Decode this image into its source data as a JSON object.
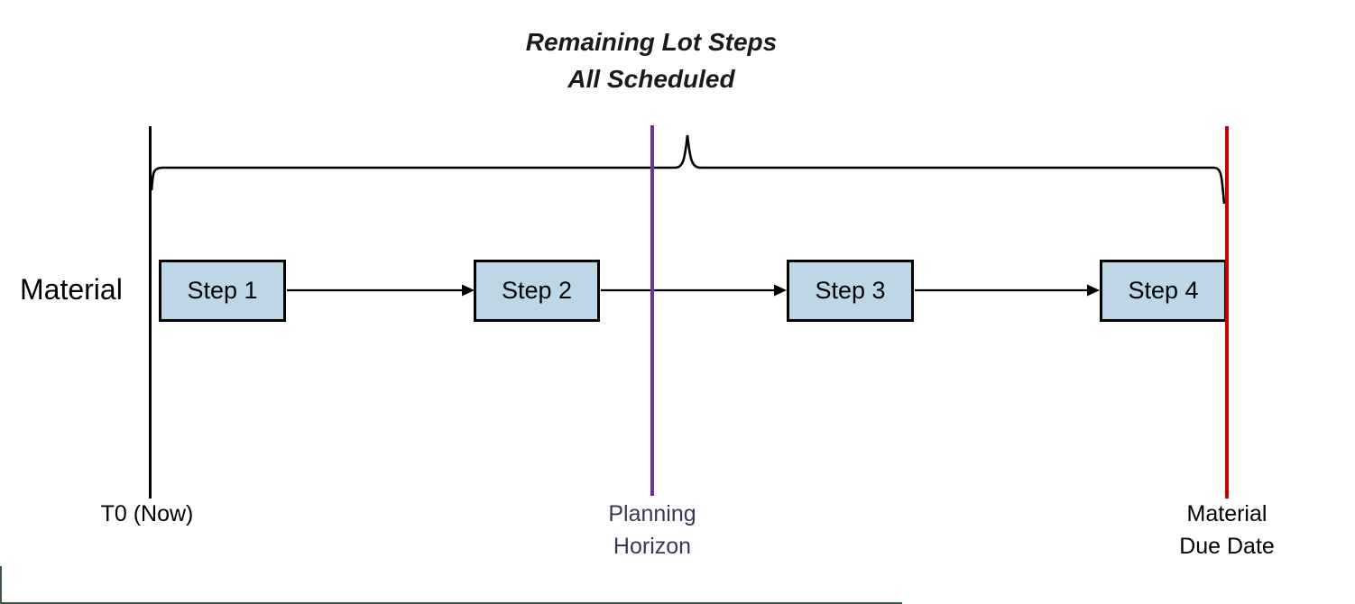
{
  "title": {
    "line1": "Remaining Lot Steps",
    "line2": "All Scheduled"
  },
  "material_label": "Material",
  "steps": [
    {
      "label": "Step 1"
    },
    {
      "label": "Step 2"
    },
    {
      "label": "Step 3"
    },
    {
      "label": "Step 4"
    }
  ],
  "markers": {
    "t0": {
      "label": "T0 (Now)",
      "line_color": "#000000",
      "text_color": "#000000"
    },
    "planning_horizon": {
      "label_line1": "Planning",
      "label_line2": "Horizon",
      "line_color": "#7030A0",
      "text_color": "#3F3355"
    },
    "material_due_date": {
      "label_line1": "Material",
      "label_line2": "Due Date",
      "line_color": "#C00000",
      "text_color": "#000000"
    }
  },
  "colors": {
    "step_fill": "#BDD7E6",
    "step_border": "#000000",
    "brace": "#000000",
    "arrow": "#000000",
    "planning_horizon_line": "#7030A0",
    "due_date_line": "#C00000",
    "edge_artifact": "#3F5747",
    "background": "#FFFFFF"
  }
}
